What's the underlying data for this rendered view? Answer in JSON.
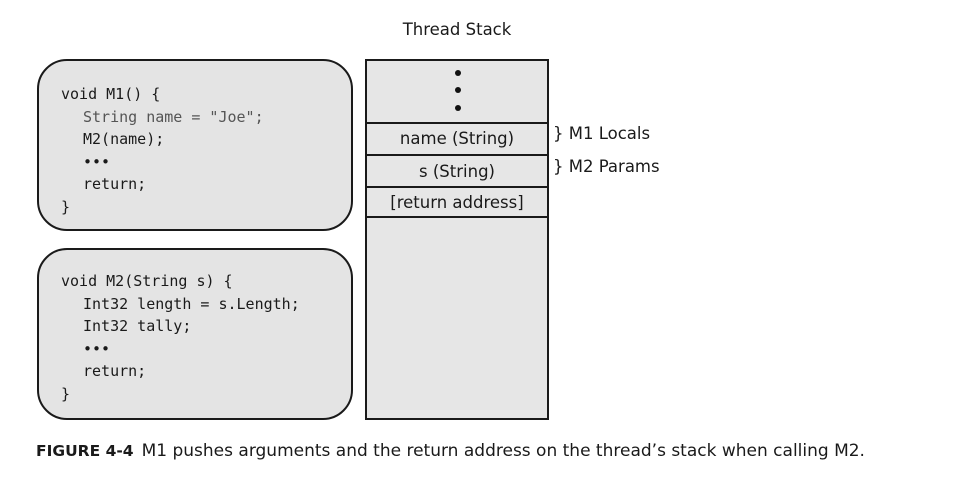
{
  "m1_code": {
    "lines": [
      "void M1() {",
      "String name = \"Joe\";",
      "M2(name);",
      "•••",
      "return;",
      "}"
    ]
  },
  "m2_code": {
    "lines": [
      "void M2(String s) {",
      "Int32 length = s.Length;",
      "Int32 tally;",
      "•••",
      "return;",
      "}"
    ]
  },
  "stack": {
    "title": "Thread Stack",
    "slots": [
      "name (String)",
      "s (String)",
      "[return address]"
    ]
  },
  "annotations": {
    "m1_locals": "} M1 Locals",
    "m2_params": "} M2 Params"
  },
  "caption": {
    "label": "FIGURE 4-4",
    "text": "M1 pushes arguments and the return address on the thread’s stack when calling M2."
  }
}
